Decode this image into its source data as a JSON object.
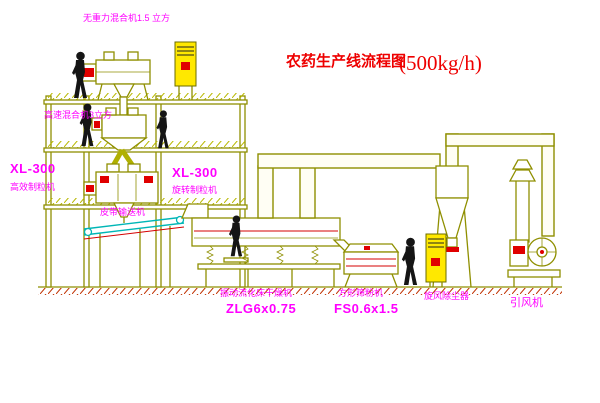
{
  "title": {
    "text": "农药生产线流程图",
    "capacity": "(500kg/h)",
    "color": "#ee0000"
  },
  "equipment_labels": {
    "gravity_mixer": "无重力混合机1.5 立方",
    "high_speed_mixer": "高速混合机3立方",
    "granulator_left_model": "XL-300",
    "granulator_left_name": "高效制粒机",
    "granulator_right_model": "XL-300",
    "granulator_right_name": "旋转制粒机",
    "belt_conveyor": "皮带输送机",
    "fluid_bed_dryer": "振动流化床干燥机",
    "fluid_bed_dryer_model": "ZLG6x0.75",
    "square_sieve": "方形筛粉机",
    "square_sieve_model": "FS0.6x1.5",
    "cyclone": "旋风除尘器",
    "induced_draft_fan": "引风机"
  },
  "colors": {
    "background": "#ffffff",
    "structure_line": "#8f8f00",
    "cabinet_yellow": "#ffe800",
    "alert_red": "#e00000",
    "label_magenta": "#ff00ff",
    "title_red": "#ee0000",
    "conveyor_cyan": "#00b6b6",
    "figure_black": "#151515"
  }
}
